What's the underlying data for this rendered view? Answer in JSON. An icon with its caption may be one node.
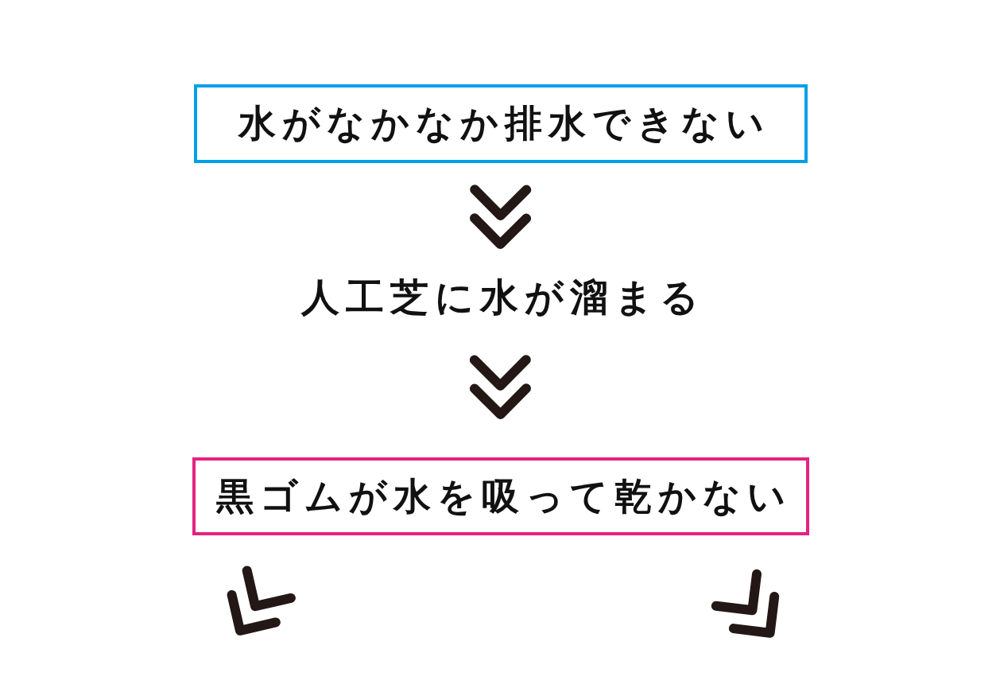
{
  "diagram": {
    "nodes": [
      {
        "text": [
          "水がなかなか排水できない"
        ]
      },
      {
        "text": [
          "人工芝に水が溜まる"
        ]
      },
      {
        "text": [
          "黒ゴムが水を吸って乾かない"
        ]
      }
    ],
    "edges": [
      {
        "from": 0,
        "to": 1,
        "arrow": "to"
      },
      {
        "from": 1,
        "to": 2,
        "arrow": "to"
      }
    ]
  }
}
